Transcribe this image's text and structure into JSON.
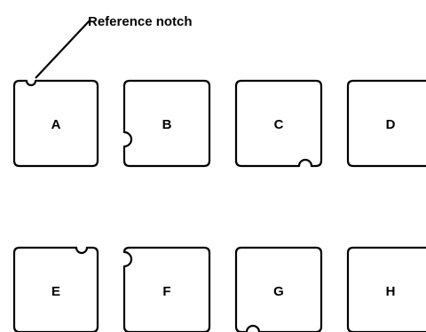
{
  "callout": {
    "text": "Reference notch"
  },
  "tiles": [
    {
      "label": "A",
      "notch": "top-left"
    },
    {
      "label": "B",
      "notch": "left"
    },
    {
      "label": "C",
      "notch": "bottom-right"
    },
    {
      "label": "D",
      "notch": "none"
    },
    {
      "label": "E",
      "notch": "top-right"
    },
    {
      "label": "F",
      "notch": "left-top"
    },
    {
      "label": "G",
      "notch": "bottom-left"
    },
    {
      "label": "H",
      "notch": "none"
    }
  ]
}
